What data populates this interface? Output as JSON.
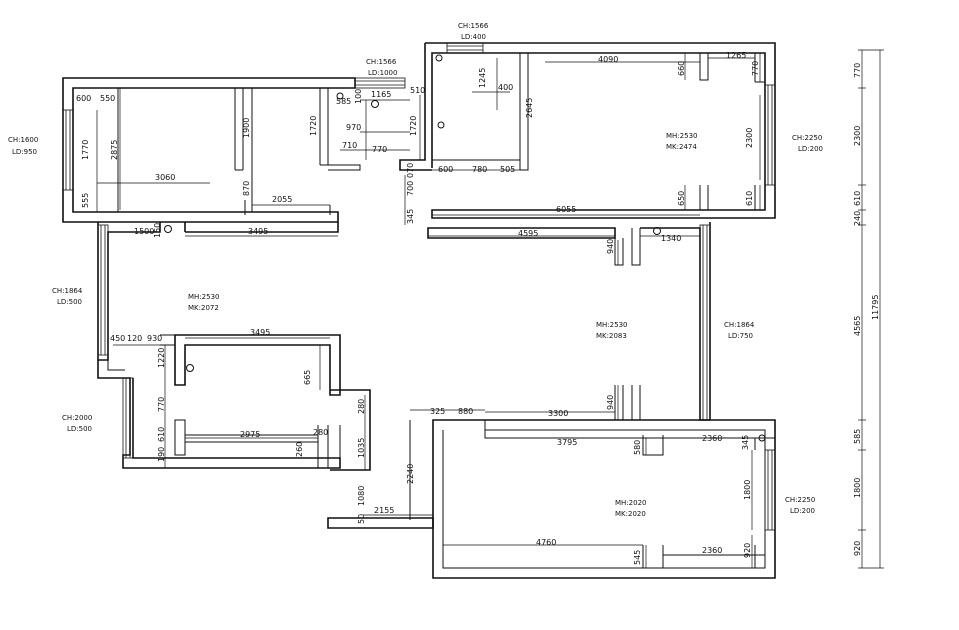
{
  "plan": {
    "room_labels": {
      "west_window": [
        "CH:1600",
        "LD:950"
      ],
      "north_window_small": [
        "CH:1566",
        "LD:1000"
      ],
      "north_window_top": [
        "CH:1566",
        "LD:400"
      ],
      "east_window_top": [
        "CH:2250",
        "LD:200"
      ],
      "west_corridor": [
        "CH:1864",
        "LD:500"
      ],
      "center_room": [
        "MH:2530",
        "MK:2072"
      ],
      "west_lower": [
        "CH:2000",
        "LD:500"
      ],
      "east_corridor": [
        "CH:1864",
        "LD:750"
      ],
      "mid_door": [
        "MH:2530",
        "MK:2083"
      ],
      "ne_door": [
        "MH:2530",
        "MK:2474"
      ],
      "se_door": [
        "MH:2020",
        "MK:2020"
      ],
      "east_window_bottom": [
        "CH:2250",
        "LD:200"
      ]
    },
    "dimensions": {
      "d600": "600",
      "d550": "550",
      "d1770": "1770",
      "d2875": "2875",
      "d555": "555",
      "d3060": "3060",
      "d1900": "1900",
      "d870": "870",
      "d2055": "2055",
      "d1720a": "1720",
      "d585": "585",
      "d100": "100",
      "d1165": "1165",
      "d510": "510",
      "d970": "970",
      "d1720b": "1720",
      "d710": "710",
      "d770a": "770",
      "d1245": "1245",
      "d400": "400",
      "d4090": "4090",
      "d2645": "2645",
      "d660": "660",
      "d1265": "1265",
      "d770b": "770",
      "d2300": "2300",
      "d650": "650",
      "d610": "610",
      "d600b": "600",
      "d780": "780",
      "d505": "505",
      "d070": "070",
      "d700": "700",
      "d345": "345",
      "d6055": "6055",
      "d1500": "1500",
      "d150": "150",
      "d3495a": "3495",
      "d4595": "4595",
      "d940a": "940",
      "d1340": "1340",
      "d450": "450",
      "d120": "120",
      "d930": "930",
      "d3495b": "3495",
      "d1220": "1220",
      "d665": "665",
      "d770c": "770",
      "d280a": "280",
      "d940b": "940",
      "d325": "325",
      "d880": "880",
      "d3300": "3300",
      "d610b": "610",
      "d2975": "2975",
      "d280b": "280",
      "d1035": "1035",
      "d190": "190",
      "d260": "260",
      "d2240": "2240",
      "d3795": "3795",
      "d580": "580",
      "d2360a": "2360",
      "d345b": "345",
      "d1080": "1080",
      "d50": "50",
      "d2155": "2155",
      "d1800": "1800",
      "d4760": "4760",
      "d545": "545",
      "d2360b": "2360",
      "d920": "920"
    },
    "overall": {
      "o770": "770",
      "o2300": "2300",
      "o240": "240",
      "o610": "610",
      "o4565": "4565",
      "o11795": "11795",
      "o585": "585",
      "o1800": "1800",
      "o920": "920"
    }
  }
}
